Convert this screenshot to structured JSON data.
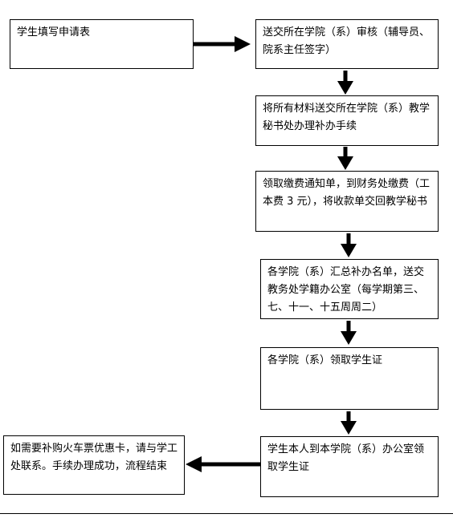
{
  "steps": {
    "s1": "学生填写申请表",
    "s2": "送交所在学院（系）审核（辅导员、院系主任签字）",
    "s3": "将所有材料送交所在学院（系）教学秘书处办理补办手续",
    "s4": "领取缴费通知单，到财务处缴费（工本费 3 元），将收款单交回教学秘书",
    "s5": "各学院（系）汇总补办名单，送交教务处学籍办公室（每学期第三、七、十一、十五周周二）",
    "s6": "各学院（系）领取学生证",
    "s7": "学生本人到本学院（系）办公室领取学生证",
    "s8": "如需要补购火车票优惠卡，请与学工处联系。手续办理成功，流程结束"
  }
}
